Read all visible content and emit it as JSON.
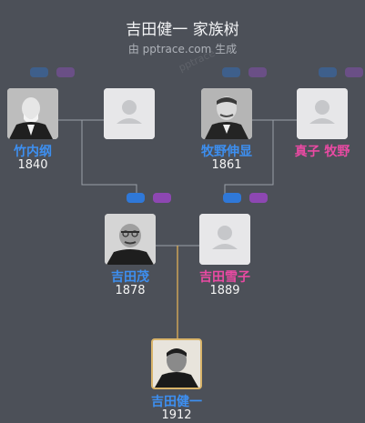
{
  "header": {
    "title": "吉田健一 家族树",
    "subtitle": "由 pptrace.com 生成"
  },
  "watermark": "pptrace",
  "persons": {
    "takeuchi": {
      "name": "竹内纲",
      "year": "1840"
    },
    "makino": {
      "name": "牧野伸显",
      "year": "1861"
    },
    "makino_wife": {
      "name": "真子 牧野",
      "year": ""
    },
    "shigeru": {
      "name": "吉田茂",
      "year": "1878"
    },
    "yukiko": {
      "name": "吉田雪子",
      "year": "1889"
    },
    "kenichi": {
      "name": "吉田健一",
      "year": "1912"
    }
  },
  "colors": {
    "background": "#4c5058",
    "male": "#3d8ff0",
    "female": "#ea4aa3",
    "focus_border": "#d9b46a",
    "descent_line": "#e1b057"
  }
}
